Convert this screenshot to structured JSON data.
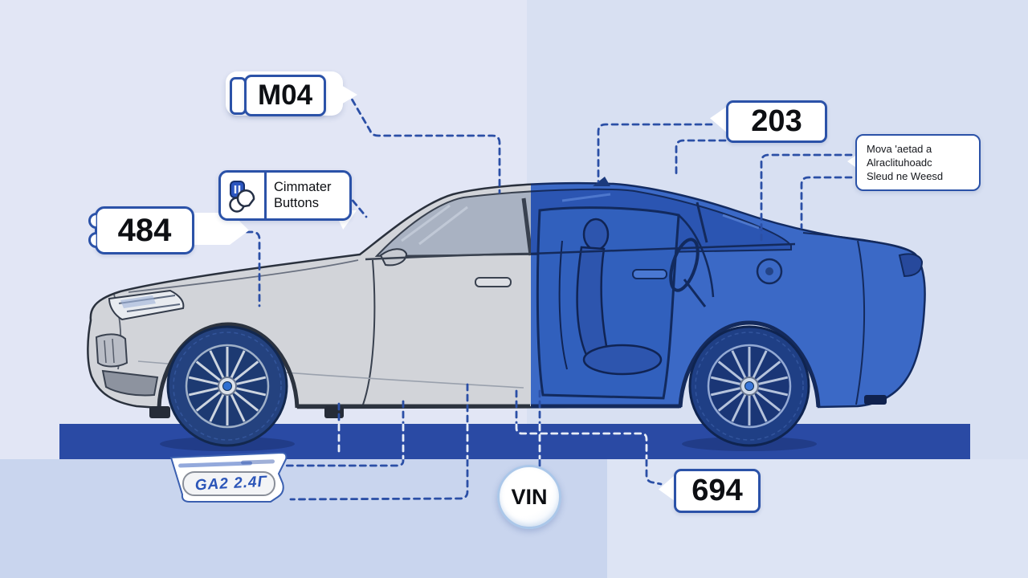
{
  "callouts": {
    "top_left_code": "M04",
    "top_right_code": "203",
    "mid_left_code": "484",
    "bottom_right_code": "694",
    "vin": "VIN",
    "feature": {
      "title_line1": "Cimmater",
      "title_line2": "Buttons"
    },
    "note": {
      "line1": "Mova 'aetad a",
      "line2": "Alraclituhoadc",
      "line3": "Sleud ne Weesd"
    },
    "license_plate": "GA2 2.4Γ"
  },
  "icons": {
    "feature_icon": "buttons-icon"
  },
  "colors": {
    "background_left": "#e2e6f5",
    "background_right": "#d8e0f2",
    "background_lower": "#c9d5ee",
    "ground_band": "#2a4aa4",
    "connector_blue": "#2b4fa6",
    "connector_on_band": "#e9eef8",
    "callout_border": "#2b52a8",
    "car_left_half": "#d2d4d9",
    "car_right_half": "#3b69c6",
    "car_outline_left": "#2a313d",
    "car_outline_right": "#132b61"
  }
}
